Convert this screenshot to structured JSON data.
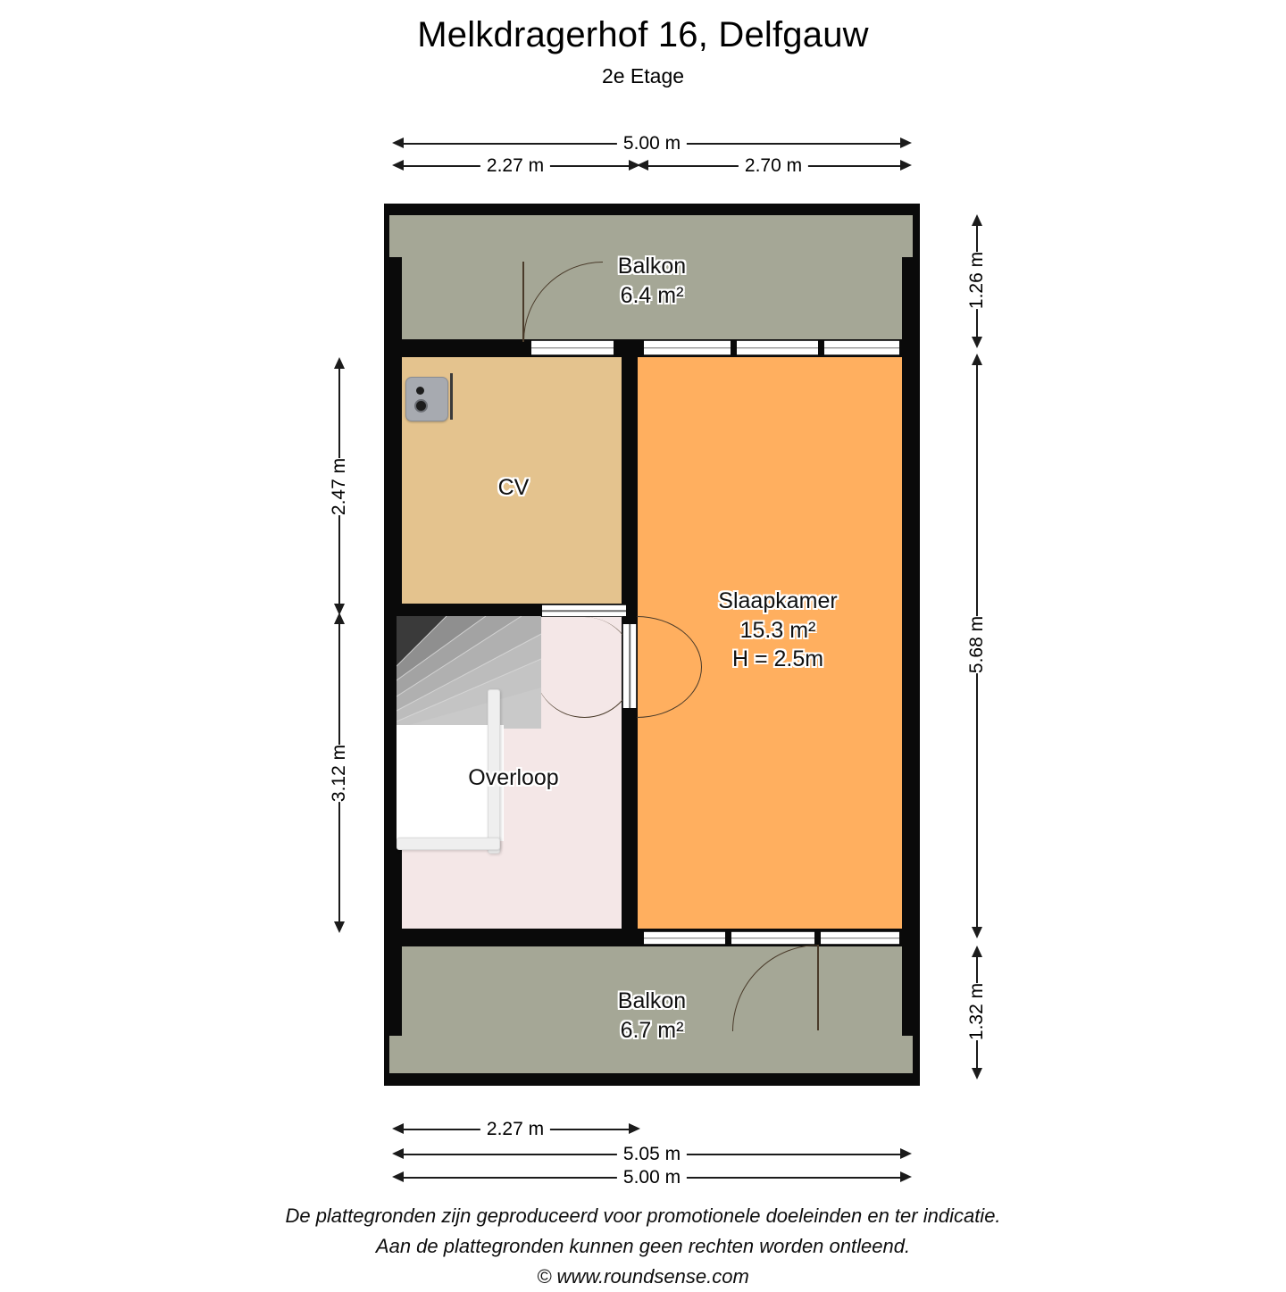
{
  "header": {
    "title": "Melkdragerhof 16, Delfgauw",
    "subtitle": "2e Etage"
  },
  "rooms": {
    "balcony_top": {
      "name": "Balkon",
      "area": "6.4 m²",
      "color": "#a5a796"
    },
    "cv": {
      "name": "CV",
      "color": "#e4c38e"
    },
    "bedroom": {
      "name": "Slaapkamer",
      "area": "15.3 m²",
      "height": "H = 2.5m",
      "color": "#ffaf5f"
    },
    "landing": {
      "name": "Overloop",
      "color": "#f4e7e7"
    },
    "balcony_bottom": {
      "name": "Balkon",
      "area": "6.7 m²",
      "color": "#a5a796"
    }
  },
  "dimensions": {
    "top_overall": "5.00 m",
    "top_left": "2.27 m",
    "top_right": "2.70 m",
    "right_top": "1.26 m",
    "right_middle": "5.68 m",
    "right_bottom": "1.32 m",
    "left_top": "2.47 m",
    "left_bottom": "3.12 m",
    "bottom_left": "2.27 m",
    "bottom_middle": "5.05 m",
    "bottom_overall": "5.00 m"
  },
  "footer": {
    "line1": "De plattegronden zijn geproduceerd voor promotionele doeleinden en ter indicatie.",
    "line2": "Aan de plattegronden kunnen geen rechten worden ontleend.",
    "line3": "© www.roundsense.com"
  }
}
